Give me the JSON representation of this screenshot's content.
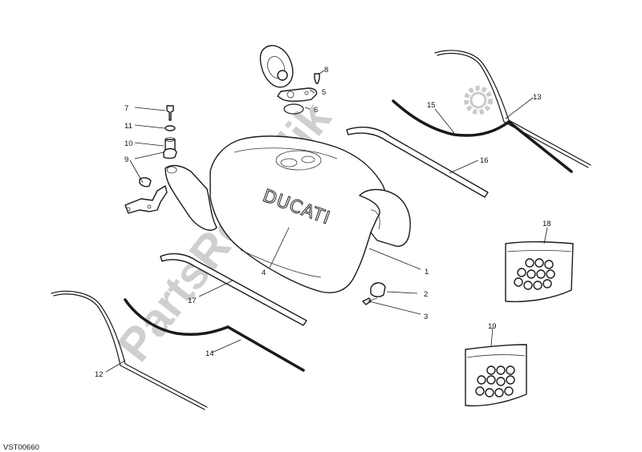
{
  "drawing": {
    "reference_code": "VST00660",
    "watermark_text": "PartsRepublik",
    "tank_brand": "DUCATI",
    "callouts": [
      "1",
      "2",
      "3",
      "4",
      "5",
      "6",
      "7",
      "8",
      "9",
      "10",
      "11",
      "12",
      "13",
      "14",
      "15",
      "16",
      "17",
      "18",
      "19"
    ]
  }
}
